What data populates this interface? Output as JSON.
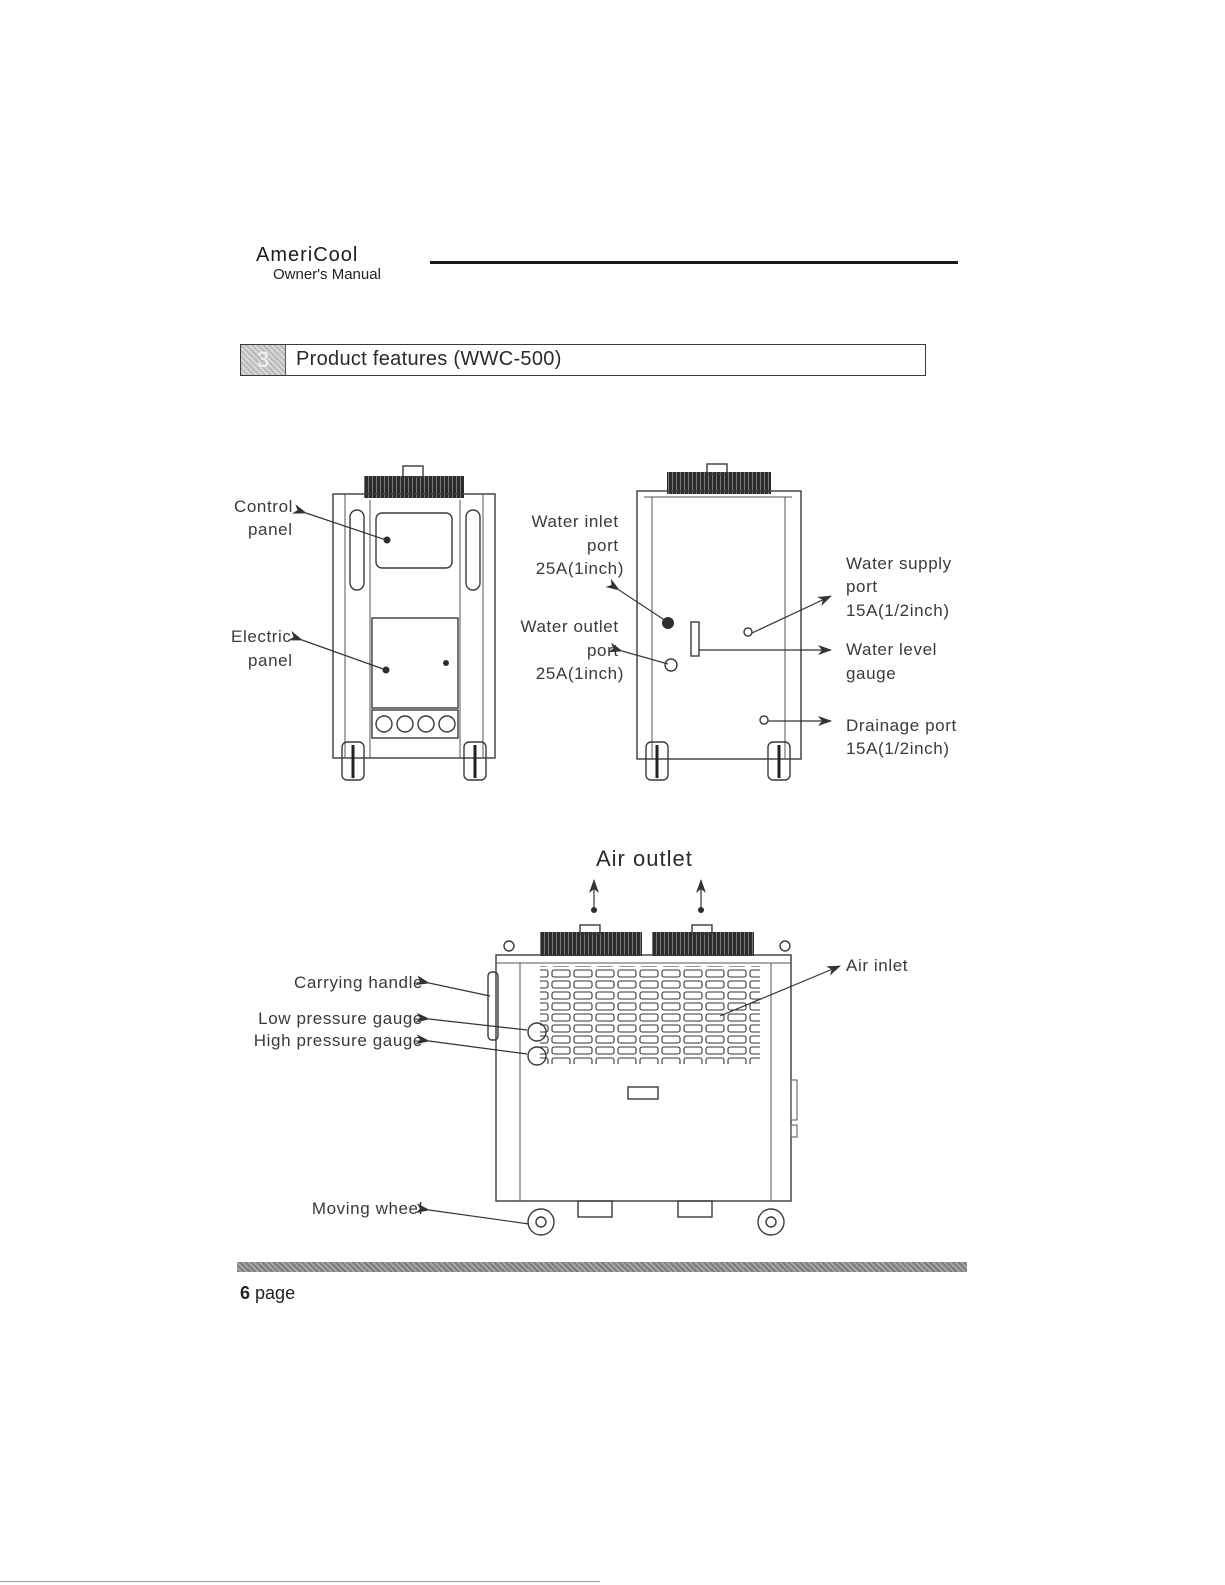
{
  "header": {
    "brand": "AmeriCool",
    "subtitle": "Owner's Manual"
  },
  "section": {
    "number": "3",
    "title": "Product features (WWC-500)"
  },
  "front_view": {
    "labels": {
      "control_panel": [
        "Control",
        "panel"
      ],
      "electric_panel": [
        "Electric",
        "panel"
      ]
    }
  },
  "rear_view": {
    "labels": {
      "water_inlet": [
        "Water inlet",
        "port",
        "25A(1inch)"
      ],
      "water_outlet": [
        "Water outlet",
        "port",
        "25A(1inch)"
      ],
      "water_supply": [
        "Water supply",
        "port",
        "15A(1/2inch)"
      ],
      "water_level": [
        "Water level",
        "gauge"
      ],
      "drainage": [
        "Drainage port",
        "15A(1/2inch)"
      ]
    }
  },
  "side_view": {
    "labels": {
      "air_outlet": "Air outlet",
      "air_inlet": "Air inlet",
      "carrying_handle": "Carrying handle",
      "low_pressure": "Low pressure gauge",
      "high_pressure": "High pressure gauge",
      "moving_wheel": "Moving wheel"
    }
  },
  "footer": {
    "page_number": "6",
    "page_word": "page"
  }
}
